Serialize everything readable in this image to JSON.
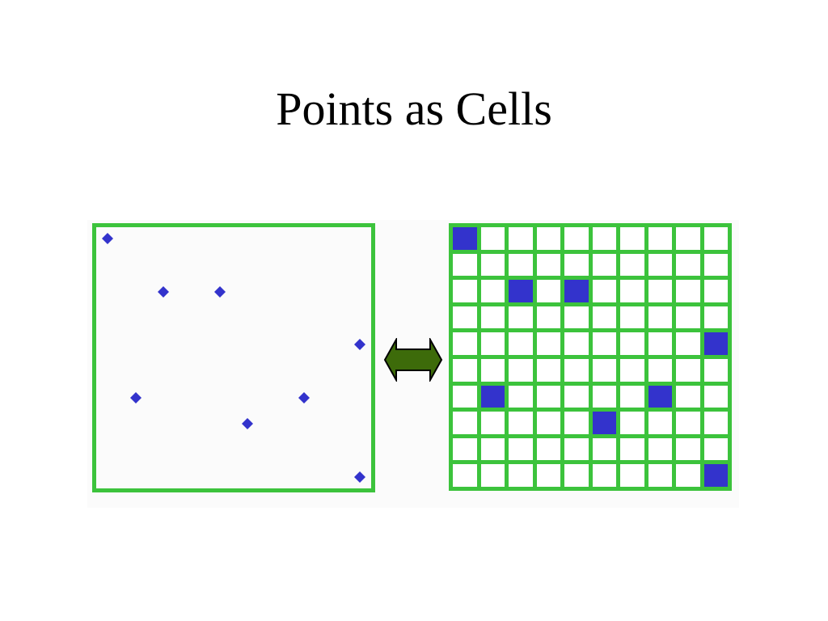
{
  "title": "Points as Cells",
  "colors": {
    "frame": "#3cc33c",
    "point": "#3333cc",
    "cell_filled": "#3333cc",
    "cell_empty": "#ffffff",
    "arrow_fill": "#3d6b0a",
    "arrow_outline": "#000000"
  },
  "grid": {
    "rows": 10,
    "cols": 10,
    "filled_cells": [
      [
        0,
        0
      ],
      [
        2,
        2
      ],
      [
        2,
        4
      ],
      [
        4,
        9
      ],
      [
        6,
        1
      ],
      [
        6,
        7
      ],
      [
        7,
        5
      ],
      [
        9,
        9
      ]
    ]
  },
  "points": [
    [
      0.05,
      0.95
    ],
    [
      0.25,
      0.75
    ],
    [
      0.45,
      0.75
    ],
    [
      0.95,
      0.55
    ],
    [
      0.15,
      0.35
    ],
    [
      0.75,
      0.35
    ],
    [
      0.55,
      0.25
    ],
    [
      0.95,
      0.05
    ]
  ],
  "arrow": {
    "icon": "double-headed-arrow-icon"
  }
}
